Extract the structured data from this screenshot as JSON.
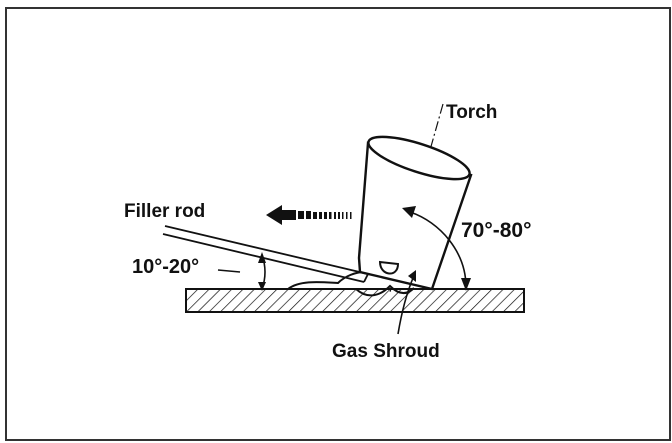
{
  "labels": {
    "torch": "Torch",
    "filler_rod": "Filler rod",
    "torch_angle": "70°-80°",
    "rod_angle": "10°-20°",
    "gas_shroud": "Gas Shroud"
  },
  "colors": {
    "ink": "#111111",
    "background": "#ffffff",
    "frame": "#333333"
  },
  "icons": {
    "direction": "arrow-left-icon"
  }
}
